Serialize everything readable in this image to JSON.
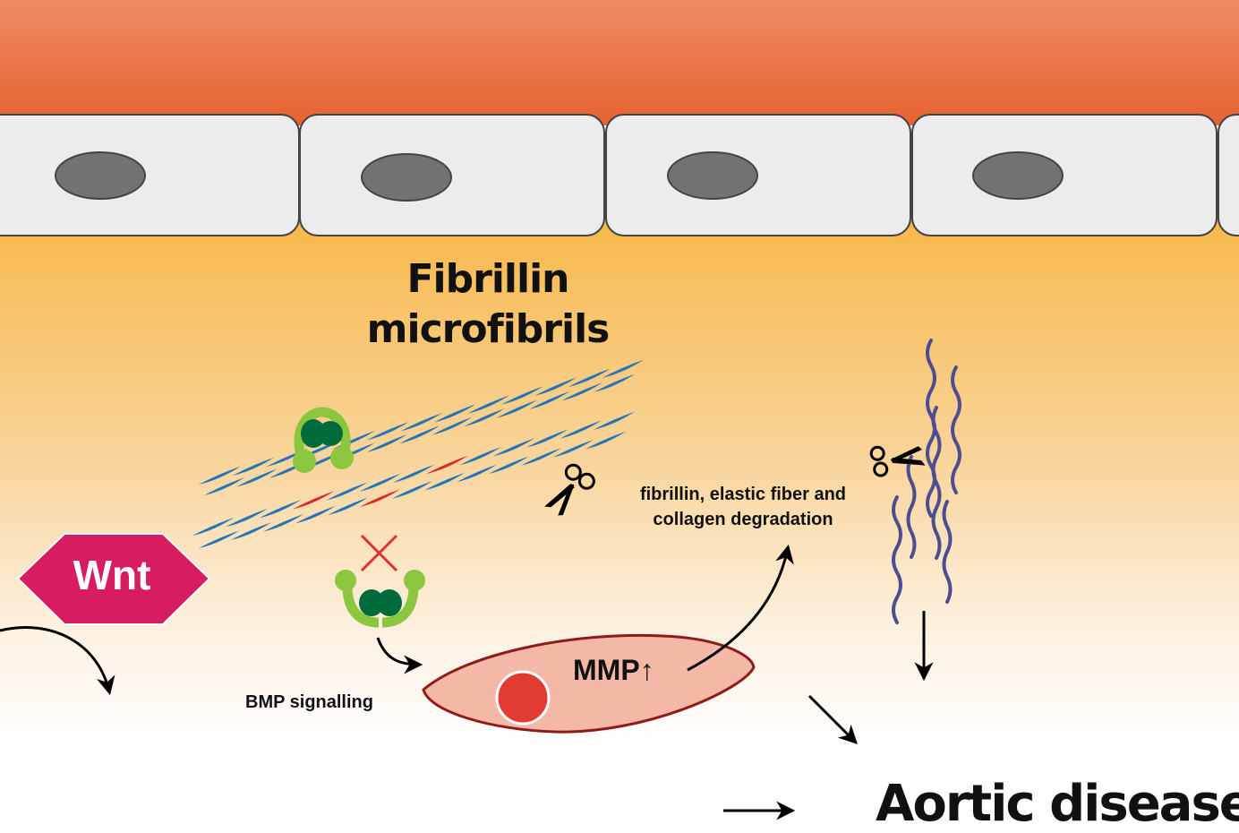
{
  "figure": {
    "title_line1": "Fibrillin",
    "title_line2": "microfibrils",
    "degradation_line1": "fibrillin, elastic fiber and",
    "degradation_line2": "collagen degradation",
    "bmp_label": "BMP signalling",
    "mmp_label": "MMP↑",
    "wnt_label": "Wnt",
    "outcome_label": "Aortic disease"
  },
  "colors": {
    "lumen_top": "#EE8A62",
    "lumen_bottom": "#E7663A",
    "matrix_top": "#F7BA4F",
    "matrix_bottom": "#FFFFFF",
    "endothelial_cell": "#ECECEC",
    "nucleus": "#707273",
    "microfibril": "#2474B8",
    "damaged_microfibril": "#D72A2A",
    "ltbp_light": "#8CC63F",
    "ltbp_dark": "#006B3A",
    "wnt": "#D71C5F",
    "smc_fill": "#F4B9A6",
    "smc_border": "#8E1B1B",
    "smc_nucleus": "#E03C31",
    "collagen": "#4D4E91"
  },
  "icons": [
    "scissors-icon",
    "inhibition-x-icon",
    "arrow-icon"
  ]
}
